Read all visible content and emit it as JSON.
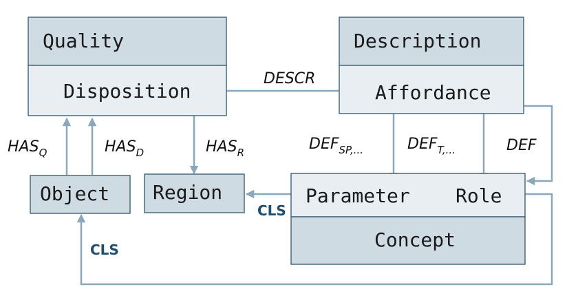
{
  "nodes": {
    "quality": "Quality",
    "disposition": "Disposition",
    "description": "Description",
    "affordance": "Affordance",
    "object": "Object",
    "region": "Region",
    "parameter": "Parameter",
    "role": "Role",
    "concept": "Concept"
  },
  "edges": {
    "descr": "DESCR",
    "has_q": {
      "base": "HAS",
      "sub": "Q"
    },
    "has_d": {
      "base": "HAS",
      "sub": "D"
    },
    "has_r": {
      "base": "HAS",
      "sub": "R"
    },
    "def_sp": {
      "base": "DEF",
      "sub": "SP,...",
      "suffix": "..."
    },
    "def_t": {
      "base": "DEF",
      "sub": "T,...",
      "suffix": "..."
    },
    "def": "DEF",
    "cls_region": "CLS",
    "cls_object": "CLS"
  },
  "colors": {
    "box_dark": "#cfdbe3",
    "box_light": "#e8eef2",
    "box_border": "#3c6078",
    "edge": "#8aa8bb",
    "cls_label": "#1f4e6e"
  }
}
